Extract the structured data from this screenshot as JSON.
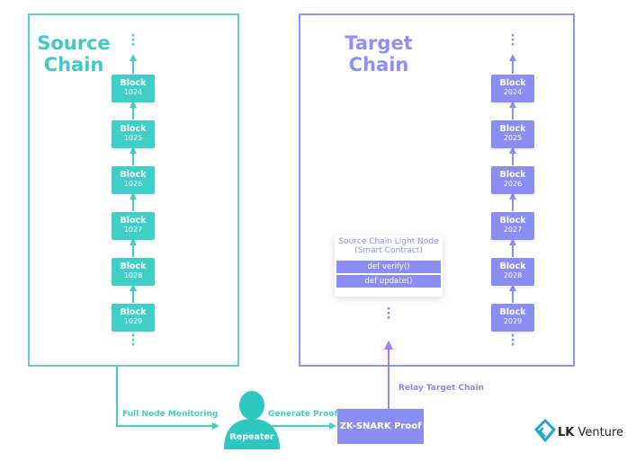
{
  "source_chain": {
    "title_line1": "Source",
    "title_line2": "Chain",
    "blocks": [
      {
        "label": "Block",
        "number": "1024"
      },
      {
        "label": "Block",
        "number": "1025"
      },
      {
        "label": "Block",
        "number": "1026"
      },
      {
        "label": "Block",
        "number": "1027"
      },
      {
        "label": "Block",
        "number": "1028"
      },
      {
        "label": "Block",
        "number": "1029"
      }
    ]
  },
  "target_chain": {
    "title_line1": "Target",
    "title_line2": "Chain",
    "blocks": [
      {
        "label": "Block",
        "number": "2024"
      },
      {
        "label": "Block",
        "number": "2025"
      },
      {
        "label": "Block",
        "number": "2026"
      },
      {
        "label": "Block",
        "number": "2027"
      },
      {
        "label": "Block",
        "number": "2028"
      },
      {
        "label": "Block",
        "number": "2029"
      }
    ]
  },
  "light_node": {
    "title_line1": "Source Chain  Light Node",
    "title_line2": "(Smart Contract)",
    "methods": [
      "def verify()",
      "def update()"
    ]
  },
  "flow": {
    "full_node_monitoring": "Full Node Monitoring",
    "generate_proof": "Generate Proof",
    "relay_target_chain": "Relay Target Chain",
    "repeater": "Repeater",
    "zk_snark_proof": "ZK-SNARK Proof"
  },
  "logo": {
    "brand": "LK",
    "suffix": "Venture"
  },
  "colors": {
    "source": "#3fcfc8",
    "target": "#8a8ef3",
    "repeater": "#2ec8c0",
    "logo_icon": "#1aa7c8"
  }
}
